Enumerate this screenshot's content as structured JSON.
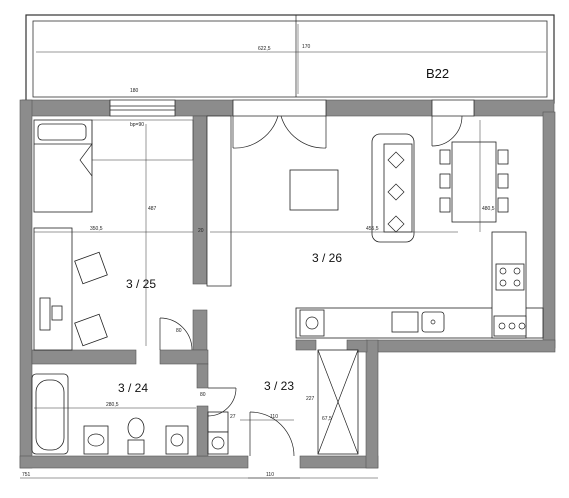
{
  "rooms": [
    {
      "id": "bedroom",
      "label": "3 / 25"
    },
    {
      "id": "living",
      "label": "3 / 26"
    },
    {
      "id": "bath",
      "label": "3 / 24"
    },
    {
      "id": "hall",
      "label": "3 / 23"
    }
  ],
  "balcony": {
    "label": "B22",
    "dim_top": "622,5",
    "dim_side": "170"
  },
  "dimensions": {
    "window_bedroom": "180",
    "bp_bedroom": "bp=90",
    "bedroom_width": "350,5",
    "bedroom_depth": "487",
    "living_width": "455,5",
    "living_depth": "480,5",
    "door_bedroom": "80",
    "bath_width": "280,5",
    "door_bath": "80",
    "hall_width": "110",
    "hall_small": "227",
    "kitchen_mark": "67,5",
    "entry_width": "110",
    "bottom_left": "751",
    "misc_a": "27",
    "misc_b": "20"
  },
  "icons": [
    "bed-icon",
    "desk-chair-icon",
    "sofa-icon",
    "dining-table-icon",
    "stove-icon",
    "sink-icon",
    "bathtub-icon",
    "toilet-icon",
    "washbasin-icon",
    "washing-machine-icon",
    "door-swing-icon"
  ]
}
